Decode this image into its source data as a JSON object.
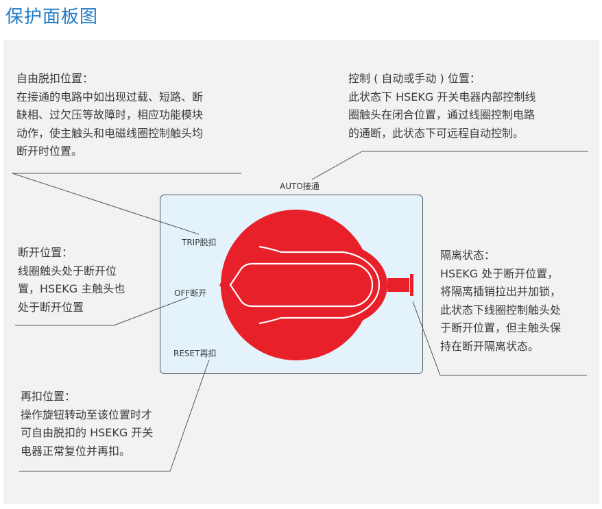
{
  "title": "保护面板图",
  "colors": {
    "title_blue": "#1f7ac4",
    "knob_red": "#e8202a",
    "panel_bg": "#f2f2f2",
    "box_bg": "#e4f3fb",
    "leader_line": "#555555"
  },
  "positions": {
    "auto": "AUTO接通",
    "trip": "TRIP脱扣",
    "off": "OFF断开",
    "reset": "RESET再扣"
  },
  "trip_desc": {
    "heading": "自由脱扣位置：",
    "lines": [
      "在接通的电路中如出现过载、短路、断",
      "缺相、过欠压等故障时，相应功能模块",
      "动作，使主触头和电磁线圈控制触头均",
      "断开时位置。"
    ]
  },
  "auto_desc": {
    "heading": "控制 ( 自动或手动 ) 位置：",
    "lines": [
      "此状态下 HSEKG 开关电器内部控制线",
      "圈触头在闭合位置，通过线圈控制电路",
      "的通断，此状态下可远程自动控制。"
    ]
  },
  "off_desc": {
    "heading": "断开位置：",
    "lines": [
      "线圈触头处于断开位",
      "置，HSEKG 主触头也",
      "处于断开位置"
    ]
  },
  "isolation_desc": {
    "heading": "隔离状态：",
    "lines": [
      "HSEKG 处于断开位置，",
      "将隔离插销拉出并加锁，",
      "此状态下线圈控制触头处",
      "于断开位置，但主触头保",
      "持在断开隔离状态。"
    ]
  },
  "reset_desc": {
    "heading": "再扣位置：",
    "lines": [
      "操作旋钮转动至该位置时才",
      "可自由脱扣的 HSEKG 开关",
      "电器正常复位并再扣。"
    ]
  }
}
